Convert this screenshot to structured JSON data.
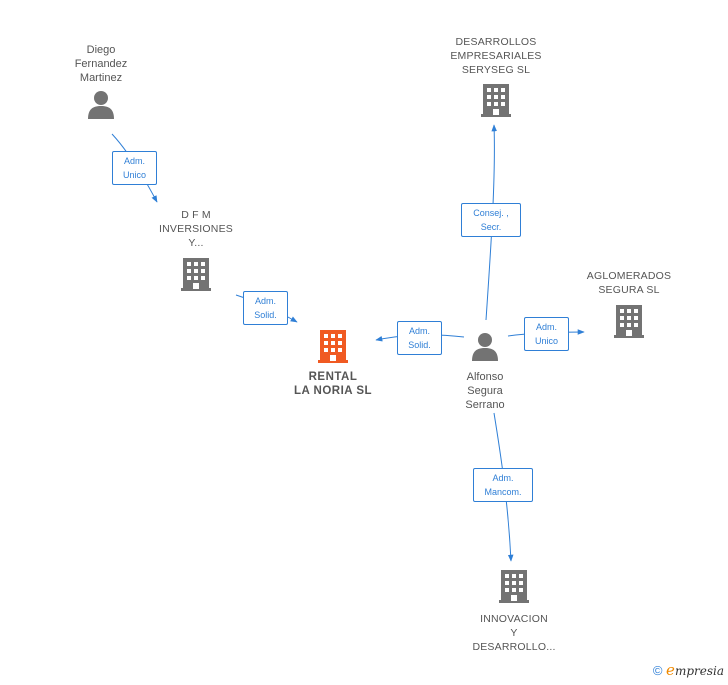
{
  "colors": {
    "edge": "#2f7fd6",
    "building": "#737373",
    "focus_building": "#f05a22",
    "person": "#737373",
    "label": "#555555"
  },
  "nodes": {
    "diego": {
      "label": "Diego\nFernandez\nMartinez",
      "icon": "person-icon"
    },
    "dfm": {
      "label": "D F M\nINVERSIONES\nY...",
      "icon": "building-icon"
    },
    "rental": {
      "label": "RENTAL\nLA NORIA  SL",
      "icon": "building-icon"
    },
    "desarrollos": {
      "label": "DESARROLLOS\nEMPRESARIALES\nSERYSEG SL",
      "icon": "building-icon"
    },
    "alfonso": {
      "label": "Alfonso\nSegura\nSerrano",
      "icon": "person-icon"
    },
    "aglomerados": {
      "label": "AGLOMERADOS\nSEGURA  SL",
      "icon": "building-icon"
    },
    "innovacion": {
      "label": "INNOVACION\nY\nDESARROLLO...",
      "icon": "building-icon"
    }
  },
  "edges": {
    "diego_dfm": "Adm.\nUnico",
    "dfm_rental": "Adm.\nSolid.",
    "alfonso_rental": "Adm.\nSolid.",
    "alfonso_desarrollos": "Consej. ,\nSecr.",
    "alfonso_aglomerados": "Adm.\nUnico",
    "alfonso_innovacion": "Adm.\nMancom."
  },
  "footer": {
    "copyright": "©",
    "brand_initial": "e",
    "brand_rest": "mpresia"
  }
}
